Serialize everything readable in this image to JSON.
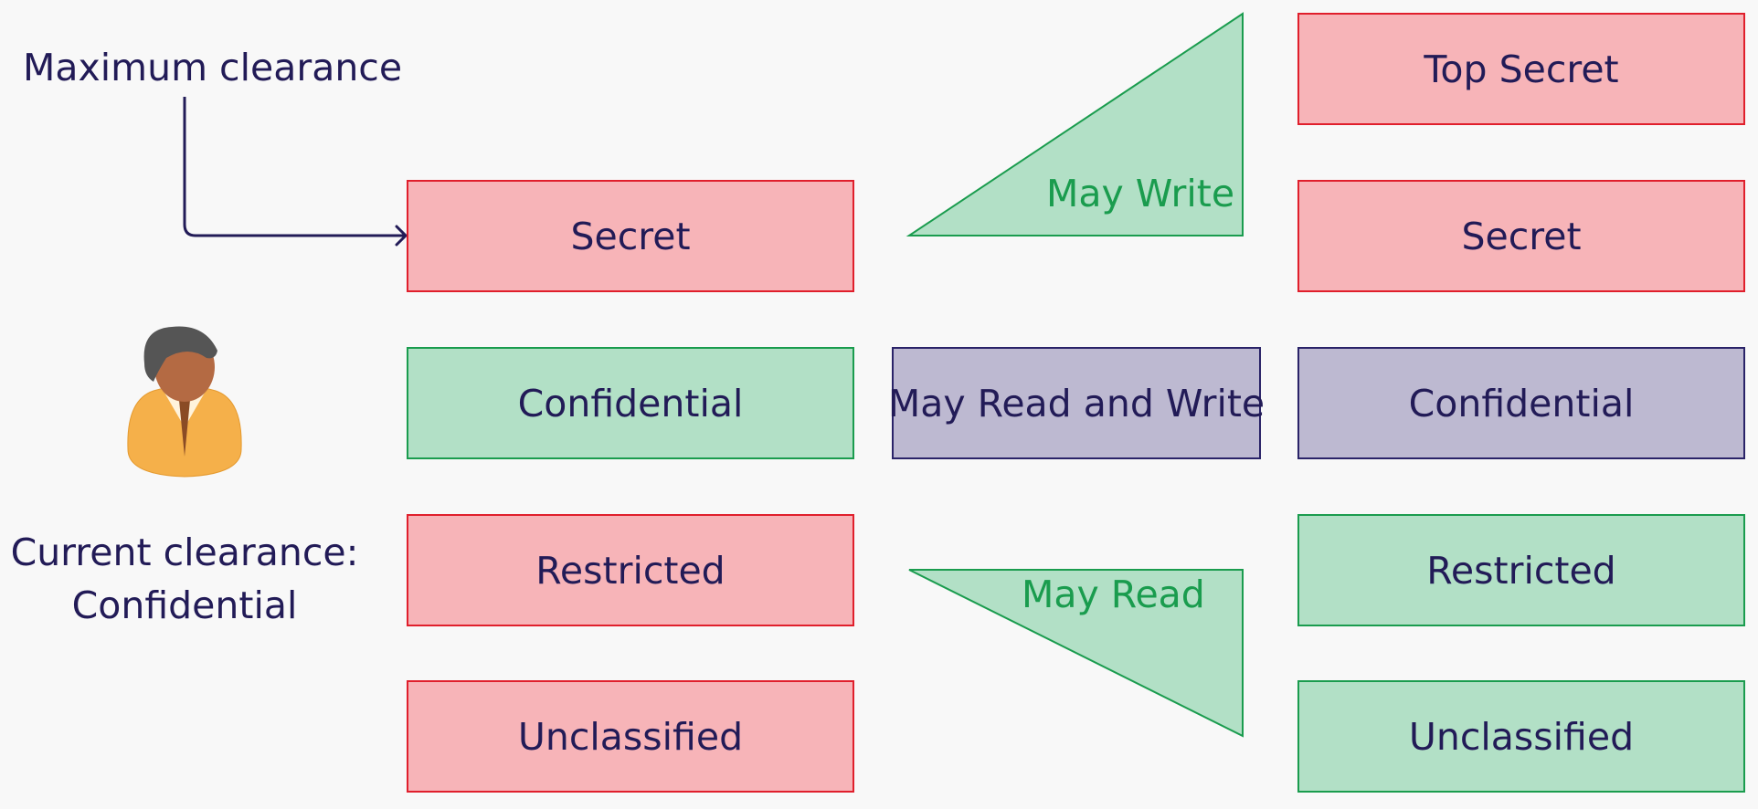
{
  "subject": {
    "max_clearance_label": "Maximum clearance",
    "current_clearance_line1": "Current clearance:",
    "current_clearance_line2": "Confidential",
    "avatar_icon": "person-avatar-icon"
  },
  "subject_levels": [
    {
      "label": "Secret",
      "state": "red"
    },
    {
      "label": "Confidential",
      "state": "green"
    },
    {
      "label": "Restricted",
      "state": "red"
    },
    {
      "label": "Unclassified",
      "state": "red"
    }
  ],
  "object_levels": [
    {
      "label": "Top Secret",
      "state": "red"
    },
    {
      "label": "Secret",
      "state": "red"
    },
    {
      "label": "Confidential",
      "state": "purple"
    },
    {
      "label": "Restricted",
      "state": "green"
    },
    {
      "label": "Unclassified",
      "state": "green"
    }
  ],
  "permissions": {
    "write_up": "May Write",
    "read_write": "May Read and Write",
    "read_down": "May Read"
  },
  "colors": {
    "denied_fill": "#f7b4b8",
    "denied_border": "#e01f2c",
    "allowed_fill": "#b2e0c6",
    "allowed_border": "#1a9c4e",
    "current_fill": "#bdb9d1",
    "current_border": "#2a2368",
    "text": "#221b57"
  }
}
